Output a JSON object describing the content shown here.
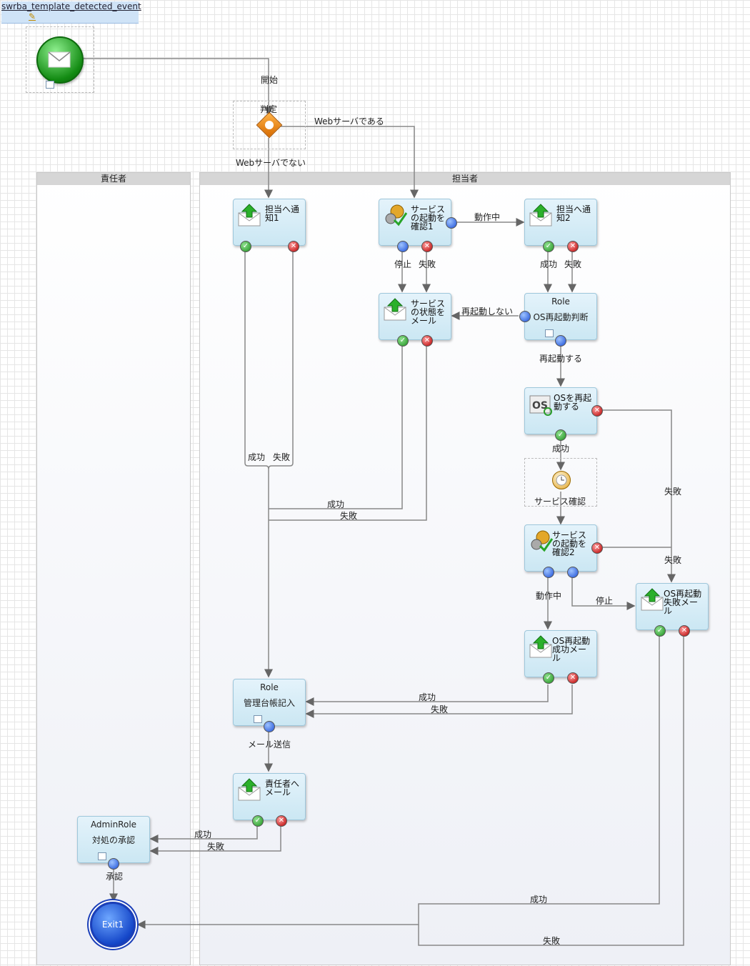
{
  "process_name": "swrba_template_detected_event",
  "lanes": {
    "left": "責任者",
    "right": "担当者"
  },
  "nodes": {
    "start_label": "開始",
    "decision_label": "判定",
    "notify1": "担当へ通知1",
    "check1": "サービスの起動を確認1",
    "notify2": "担当へ通知2",
    "state_mail": "サービスの状態をメール",
    "role_os": {
      "title": "Role",
      "sub": "OS再起動判断"
    },
    "os_restart": "OSを再起動する",
    "timer": "サービス確認",
    "check2": "サービスの起動を確認2",
    "os_fail_mail": "OS再起動失敗メール",
    "os_ok_mail": "OS再起動成功メール",
    "role_ledger": {
      "title": "Role",
      "sub": "管理台帳記入"
    },
    "boss_mail": "責任者へメール",
    "admin": {
      "title": "AdminRole",
      "sub": "対処の承認"
    },
    "exit": "Exit1"
  },
  "edges": {
    "web_yes": "Webサーバである",
    "web_no": "Webサーバでない",
    "running": "動作中",
    "stopped": "停止",
    "failure": "失敗",
    "success": "成功",
    "no_restart": "再起動しない",
    "restart": "再起動する",
    "send_mail": "メール送信",
    "approve": "承認"
  }
}
